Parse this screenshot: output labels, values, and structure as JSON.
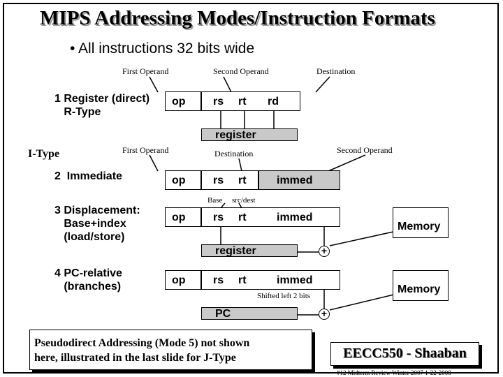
{
  "title": "MIPS Addressing Modes/Instruction Formats",
  "bullet": "• All instructions 32 bits wide",
  "rtype": {
    "first_operand": "First Operand",
    "second_operand": "Second Operand",
    "destination": "Destination",
    "mode_label": "1 Register (direct)\n   R-Type",
    "fields": [
      "op",
      "rs",
      "rt",
      "rd"
    ],
    "register_box": "register"
  },
  "itype": {
    "label": "I-Type",
    "first_operand": "First Operand",
    "destination": "Destination",
    "second_operand": "Second Operand"
  },
  "immediate": {
    "mode_label": "2  Immediate",
    "fields": [
      "op",
      "rs",
      "rt",
      "immed"
    ]
  },
  "displacement": {
    "base_label": "Base",
    "srcdest_label": "src/dest",
    "mode_label": "3 Displacement:\n   Base+index\n   (load/store)",
    "fields": [
      "op",
      "rs",
      "rt",
      "immed"
    ],
    "memory": "Memory",
    "register_box": "register",
    "plus": "+"
  },
  "pcrelative": {
    "mode_label": "4 PC-relative\n   (branches)",
    "fields": [
      "op",
      "rs",
      "rt",
      "immed"
    ],
    "memory": "Memory",
    "shifted_note": "Shifted left 2 bits",
    "pc_box": "PC",
    "plus": "+"
  },
  "note": "Pseudodirect Addressing (Mode 5) not shown\nhere, illustrated in the last slide for J-Type",
  "badge": "EECC550 - Shaaban",
  "footer": "#12   Midterm Review   Winter 2007   1-22-2008"
}
